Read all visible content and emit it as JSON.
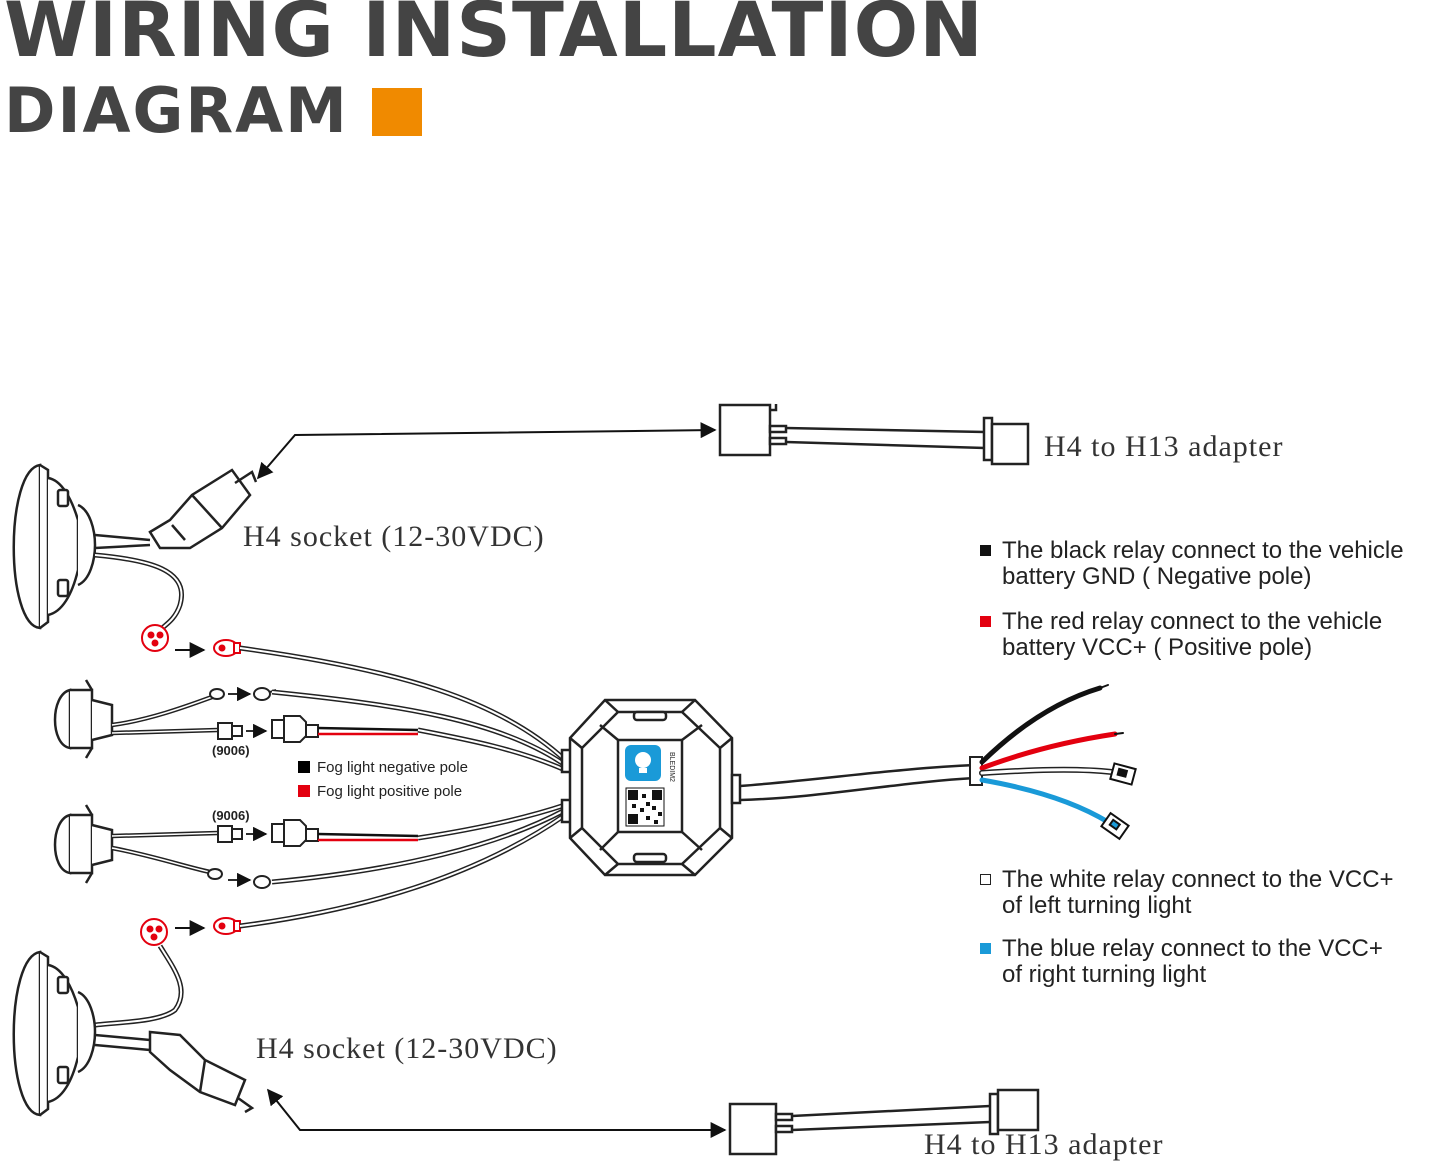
{
  "title": {
    "line1": "WIRING INSTALLATION",
    "line2": "DIAGRAM",
    "accent_color": "#f08a00"
  },
  "labels": {
    "adapter_top": "H4 to H13 adapter",
    "socket_top": "H4 socket (12-30VDC)",
    "socket_bottom": "H4 socket (12-30VDC)",
    "adapter_bottom": "H4 to H13 adapter",
    "part_9006_top": "(9006)",
    "part_9006_bottom": "(9006)",
    "module_brand": "BLEDIM2"
  },
  "fog_legend": [
    {
      "text": "Fog light negative pole",
      "color": "#000000"
    },
    {
      "text": "Fog light positive pole",
      "color": "#e3000f"
    }
  ],
  "relay_legend": [
    {
      "line1": "The black relay connect to the vehicle",
      "line2": "battery GND ( Negative pole)",
      "color": "#111111"
    },
    {
      "line1": "The red relay connect to the vehicle",
      "line2": "battery VCC+ ( Positive pole)",
      "color": "#e3000f"
    },
    {
      "line1": "The white relay connect to the VCC+",
      "line2": "of left turning light",
      "color": "#ffffff"
    },
    {
      "line1": "The blue relay connect to the VCC+",
      "line2": "of right turning light",
      "color": "#1a9ad8"
    }
  ],
  "wire_colors": {
    "black": "#111111",
    "red": "#e3000f",
    "white": "#ffffff",
    "blue": "#1a9ad8",
    "outline": "#222222"
  }
}
